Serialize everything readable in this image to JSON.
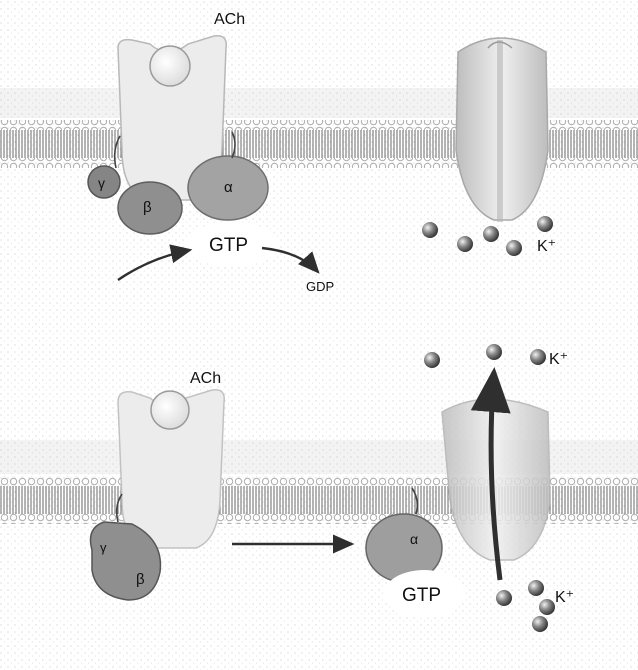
{
  "panels": {
    "top": {
      "ligand_label": "ACh",
      "gtp_label": "GTP",
      "gdp_label": "GDP",
      "ion_label": "K⁺",
      "subunit_labels": {
        "gamma": "γ",
        "beta": "β",
        "alpha": "α"
      }
    },
    "bottom": {
      "ligand_label": "ACh",
      "gtp_label": "GTP",
      "ion_label_top": "K⁺",
      "ion_label_bottom": "K⁺",
      "subunit_labels": {
        "gamma": "γ",
        "beta": "β",
        "alpha": "α"
      }
    }
  },
  "colors": {
    "background": "#ffffff",
    "membrane_texture": "#8a8a8a",
    "receptor_fill": "#e6e6e6",
    "g_protein_fill": "#9c9c9c",
    "channel_fill": "#d4d4d4",
    "ion_fill": "#6e6e6e",
    "arrow": "#2f2f2f",
    "label_text": "#111111"
  },
  "icons": {
    "ion": "sphere-icon",
    "flow": "arrow-icon"
  }
}
